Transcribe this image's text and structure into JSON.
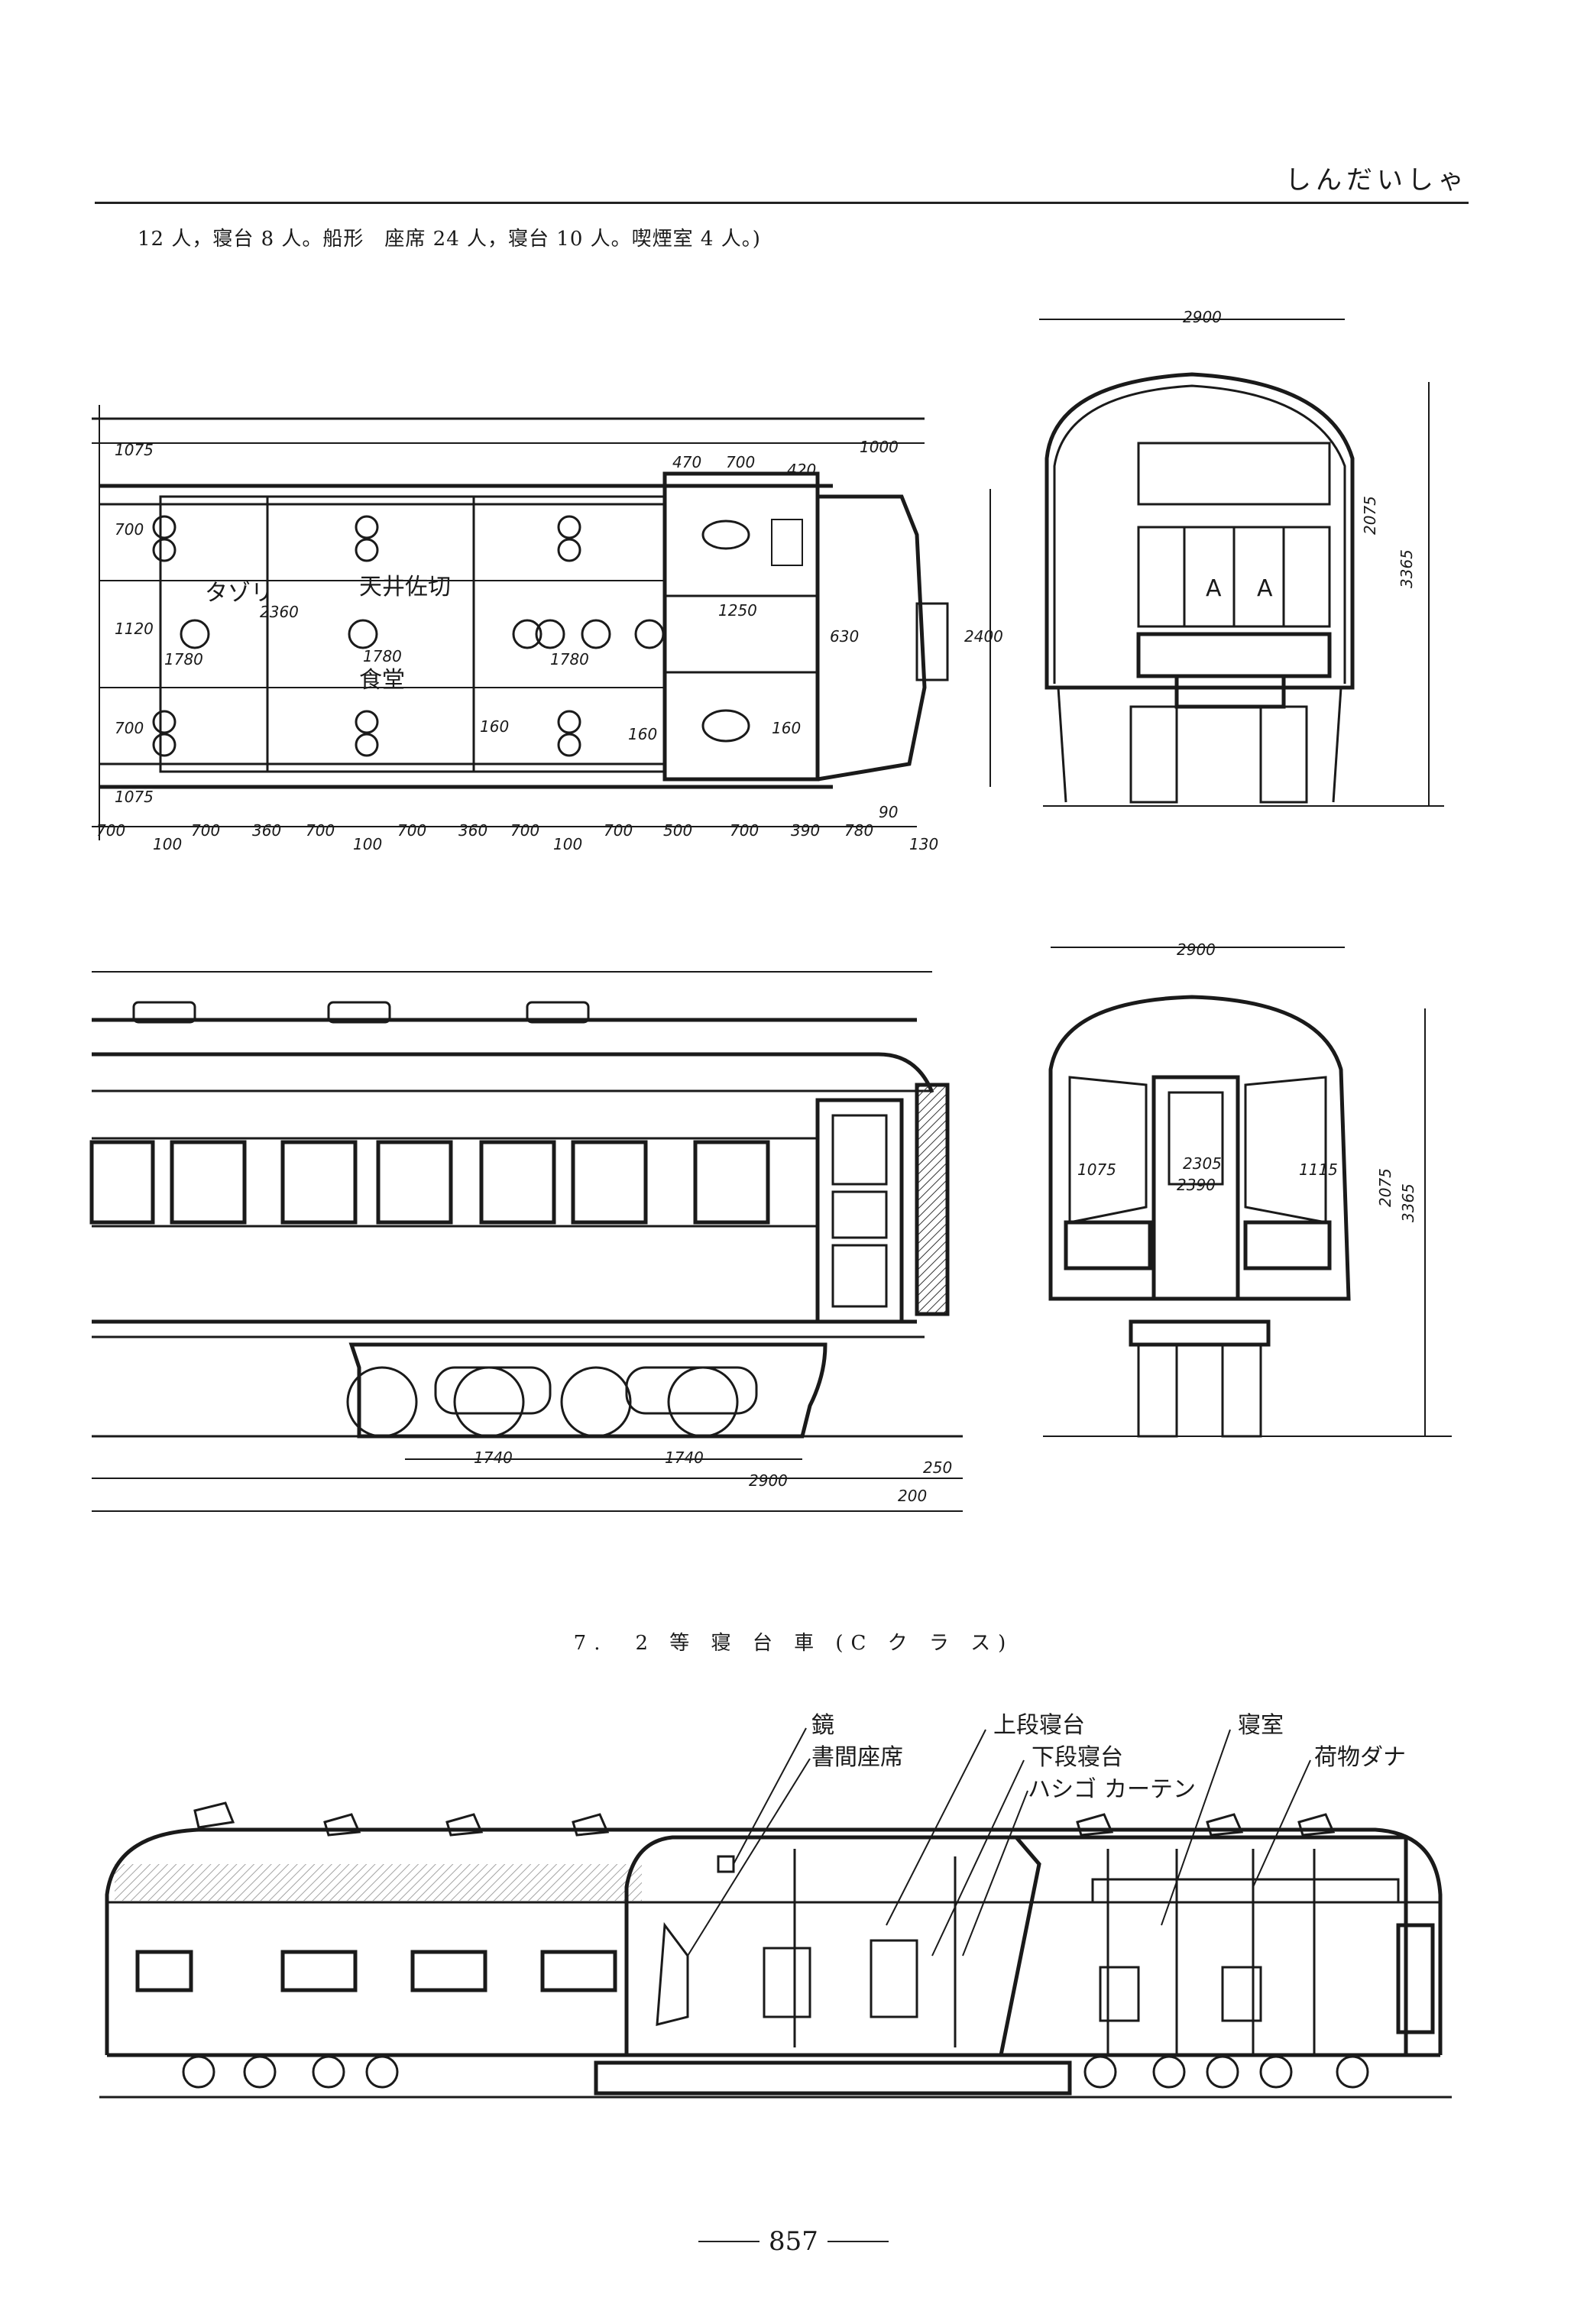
{
  "page": {
    "running_head": "しんだいしゃ",
    "intro_text": "12 人，寝台 8 人。船形　座席 24 人，寝台 10 人。喫煙室 4 人。)",
    "caption": "7.　2 等 寝 台 車 (C ク ラ ス)",
    "page_number": "857"
  },
  "plan_drawing": {
    "notes": [
      "天井佐切",
      "食堂",
      "タゾリ"
    ],
    "dims_top": [
      "470",
      "700",
      "420",
      "1000",
      "1250",
      "630"
    ],
    "dims_bottom": [
      "700",
      "700",
      "360",
      "700",
      "700",
      "360",
      "700",
      "700",
      "500",
      "700",
      "390",
      "780",
      "100",
      "100",
      "100",
      "90",
      "130"
    ],
    "dims_side": [
      "1075",
      "700",
      "1120",
      "700",
      "1075",
      "2400"
    ],
    "dims_inner": [
      "2360",
      "1780",
      "1780",
      "1780",
      "160",
      "160",
      "160"
    ]
  },
  "end_section_top": {
    "dims": [
      "2900",
      "2075",
      "3365"
    ],
    "seat_labels": [
      "A",
      "A"
    ]
  },
  "side_elevation": {
    "dims": [
      "1740",
      "1740",
      "2900",
      "250",
      "200"
    ]
  },
  "end_section_bottom": {
    "dims": [
      "2900",
      "2305",
      "2390",
      "1075",
      "1115",
      "2075",
      "3365"
    ]
  },
  "cutaway": {
    "labels": [
      "鏡",
      "書間座席",
      "上段寝台",
      "下段寝台",
      "ハシゴ",
      "カーテン",
      "寝室",
      "荷物ダナ"
    ]
  }
}
